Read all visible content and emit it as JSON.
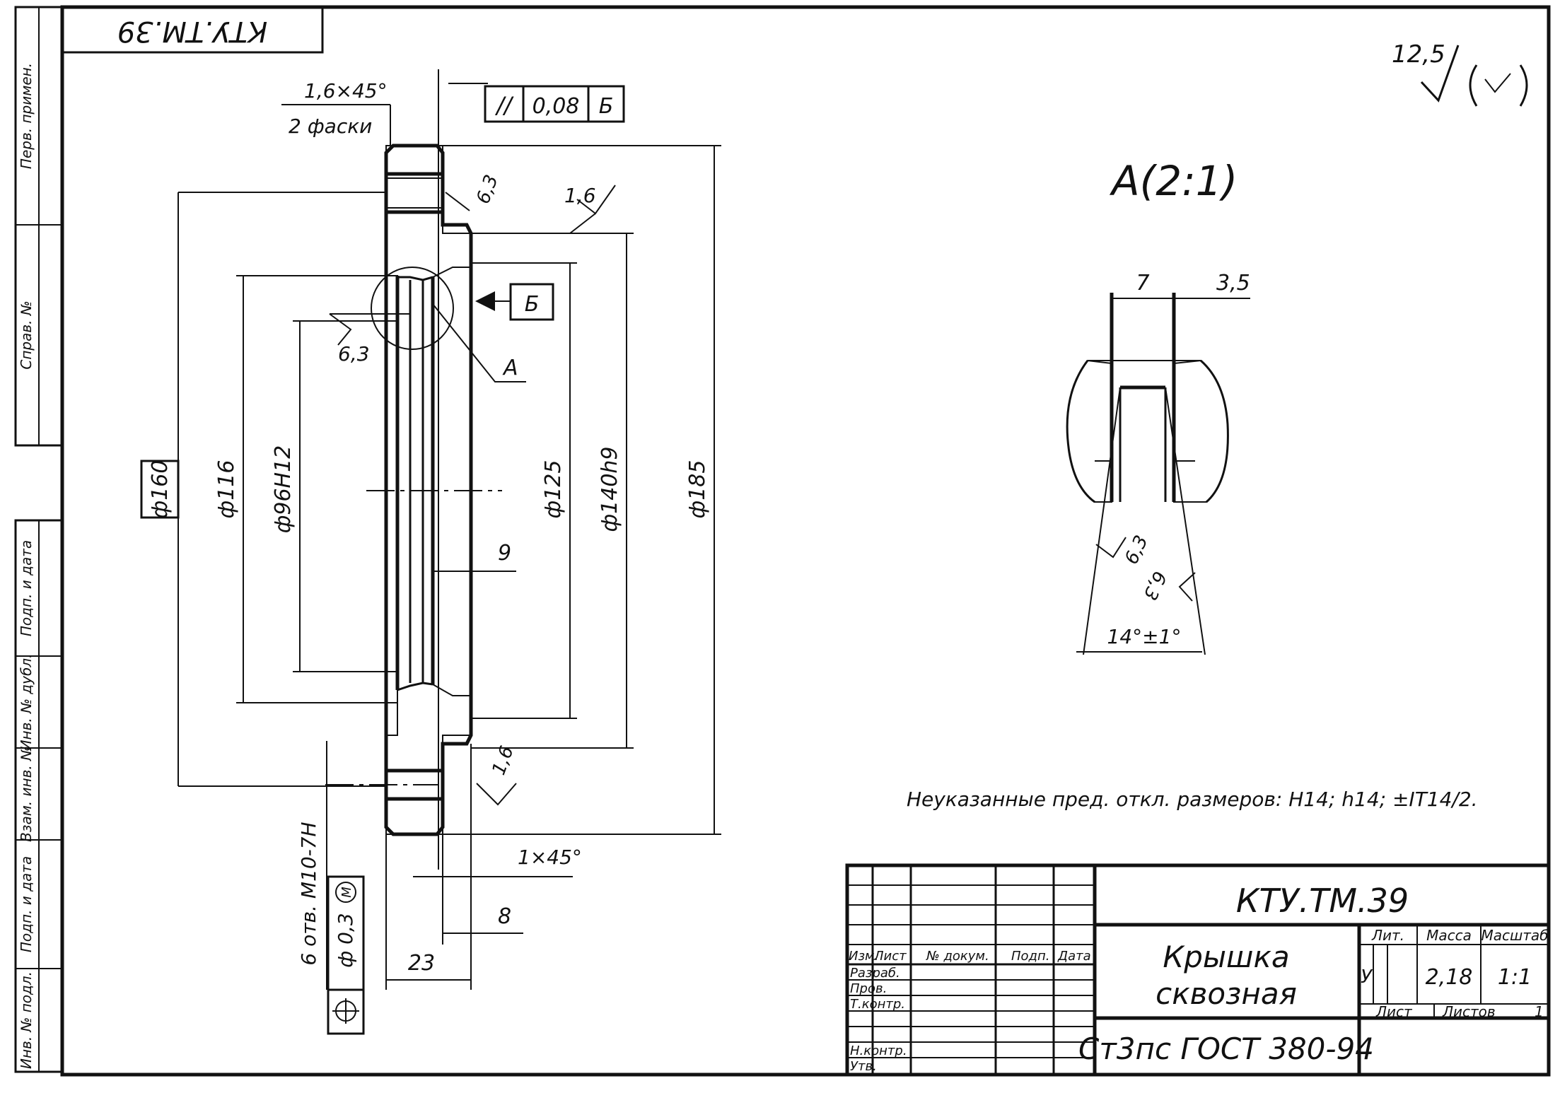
{
  "stamp_rotated": "КТУ.ТМ.39",
  "side_labels": [
    "Перв. примен.",
    "Справ. №",
    "Подп. и дата",
    "Инв. № дубл.",
    "Взам. инв. №",
    "Подп. и дата",
    "Инв. № подл."
  ],
  "roughness_general": {
    "value": "12,5"
  },
  "section_view_title": "А(2:1)",
  "main_view": {
    "chamfer_label": "1,6×45°",
    "chamfer_count": "2 фаски",
    "tolerance_frame": {
      "symbol": "//",
      "value": "0,08",
      "datum": "Б"
    },
    "roughness_6_3_a": "6,3",
    "roughness_6_3_b": "6,3",
    "roughness_1_6_a": "1,6",
    "roughness_1_6_b": "1,6",
    "datum_label": "Б",
    "detail_label": "А",
    "dim_d160": "ф160",
    "dim_d116": "ф116",
    "dim_d96": "ф96H12",
    "dim_d125": "ф125",
    "dim_d140": "ф140h9",
    "dim_d185": "ф185",
    "dim_9": "9",
    "dim_chamfer2": "1×45°",
    "dim_8": "8",
    "dim_23": "23",
    "holes_label": "6 отв. М10-7Н",
    "position_tol": "ф 0,3",
    "position_mod": "M"
  },
  "detail_view": {
    "dim_7": "7",
    "dim_3_5": "3,5",
    "rough_a": "6,3",
    "rough_b": "6,3",
    "angle": "14°±1°"
  },
  "note": "Неуказанные пред. откл. размеров: Н14; h14; ±IT14/2.",
  "title_block": {
    "code": "КТУ.ТМ.39",
    "name_line1": "Крышка",
    "name_line2": "сквозная",
    "material": "Ст3пс ГОСТ 380-94",
    "headers": {
      "izm": "Изм.",
      "list": "Лист",
      "doc": "№ докум.",
      "sign": "Подп.",
      "date": "Дата"
    },
    "roles": [
      "Разраб.",
      "Пров.",
      "Т.контр.",
      "Н.контр.",
      "Утв."
    ],
    "lit_label": "Лит.",
    "mass_label": "Масса",
    "scale_label": "Масштаб",
    "lit_value": "У",
    "mass_value": "2,18",
    "scale_value": "1:1",
    "sheet_label": "Лист",
    "sheets_label": "Листов",
    "sheets_value": "1"
  }
}
